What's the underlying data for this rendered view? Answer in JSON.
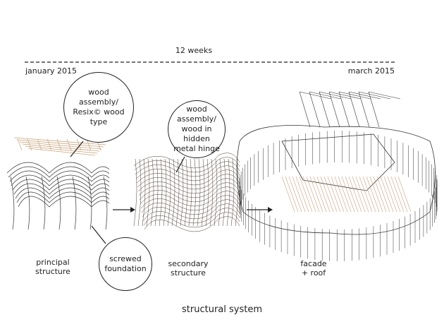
{
  "timeline": {
    "duration": "12 weeks",
    "start": "january 2015",
    "end": "march 2015"
  },
  "callouts": {
    "wood_type": "wood assembly/ Resix© wood type",
    "hinge": "wood assembly/ wood in hidden metal hinge",
    "foundation": "screwed foundation"
  },
  "stages": [
    {
      "label": "principal structure"
    },
    {
      "label": "secondary structure"
    },
    {
      "label": "facade + roof"
    }
  ],
  "colors": {
    "wood": "#c9a27a",
    "ink": "#222222"
  },
  "title": "structural system"
}
